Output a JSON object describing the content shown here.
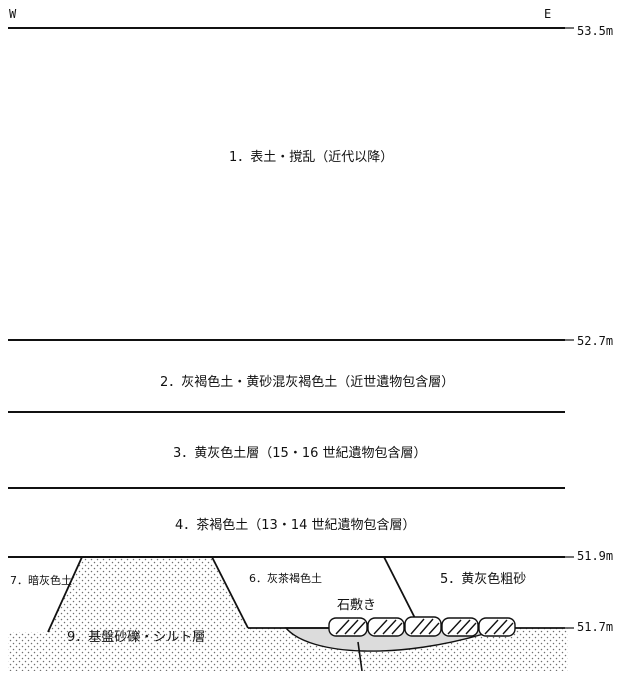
{
  "orientation": {
    "west": "W",
    "east": "E"
  },
  "elevations": {
    "top": "53.5m",
    "layer1_base": "52.7m",
    "layer5_top": "51.9m",
    "stone_level": "51.7m"
  },
  "layers": {
    "l1": "1．表土・撹乱（近代以降）",
    "l2": "2．灰褐色土・黄砂混灰褐色土（近世遺物包含層）",
    "l3": "3．黄灰色土層（15・16 世紀遺物包含層）",
    "l4": "4．茶褐色土（13・14 世紀遺物包含層）",
    "l5": "5．黄灰色粗砂",
    "l6": "6．灰茶褐色土",
    "l7": "7．暗灰色土",
    "l9": "9．基盤砂礫・シルト層"
  },
  "features": {
    "paving": "石敷き"
  },
  "colors": {
    "line": "#111111",
    "dots": "#6f6f6f",
    "fill": "#dcdcdc",
    "background": "#ffffff"
  }
}
